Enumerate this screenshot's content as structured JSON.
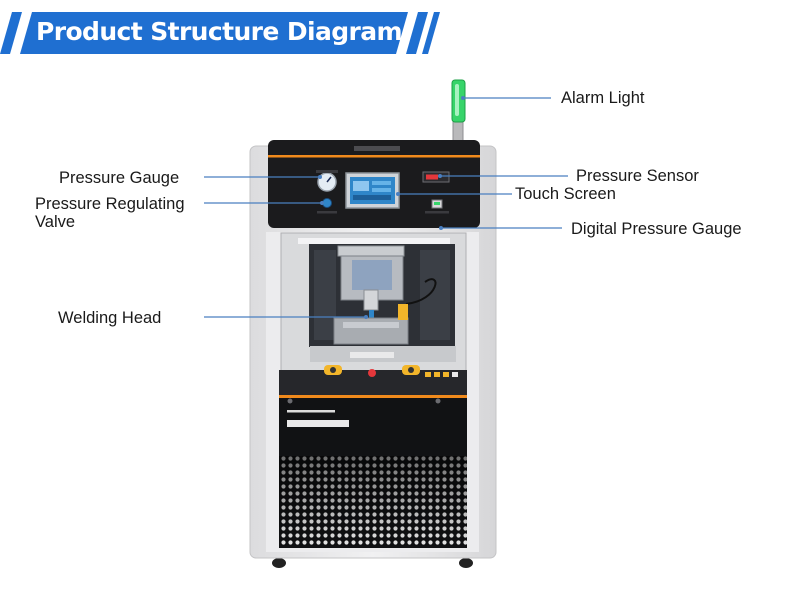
{
  "header": {
    "title": "Product Structure Diagram"
  },
  "callouts": {
    "alarm_light": "Alarm Light",
    "pressure_gauge": "Pressure Gauge",
    "pressure_sensor": "Pressure Sensor",
    "pressure_regulating_valve": {
      "line1": "Pressure Regulating",
      "line2": "Valve"
    },
    "touch_screen": "Touch Screen",
    "digital_pressure_gauge": "Digital Pressure Gauge",
    "welding_head": "Welding Head"
  },
  "colors": {
    "banner": "#1f6fd1",
    "leader_line": "#4a7fc0",
    "cabinet": "#e9e9ea",
    "panel": "#1b1b1d",
    "accent": "#f08a1c",
    "screen": "#2f86c9",
    "alarm": "#37d46a"
  }
}
